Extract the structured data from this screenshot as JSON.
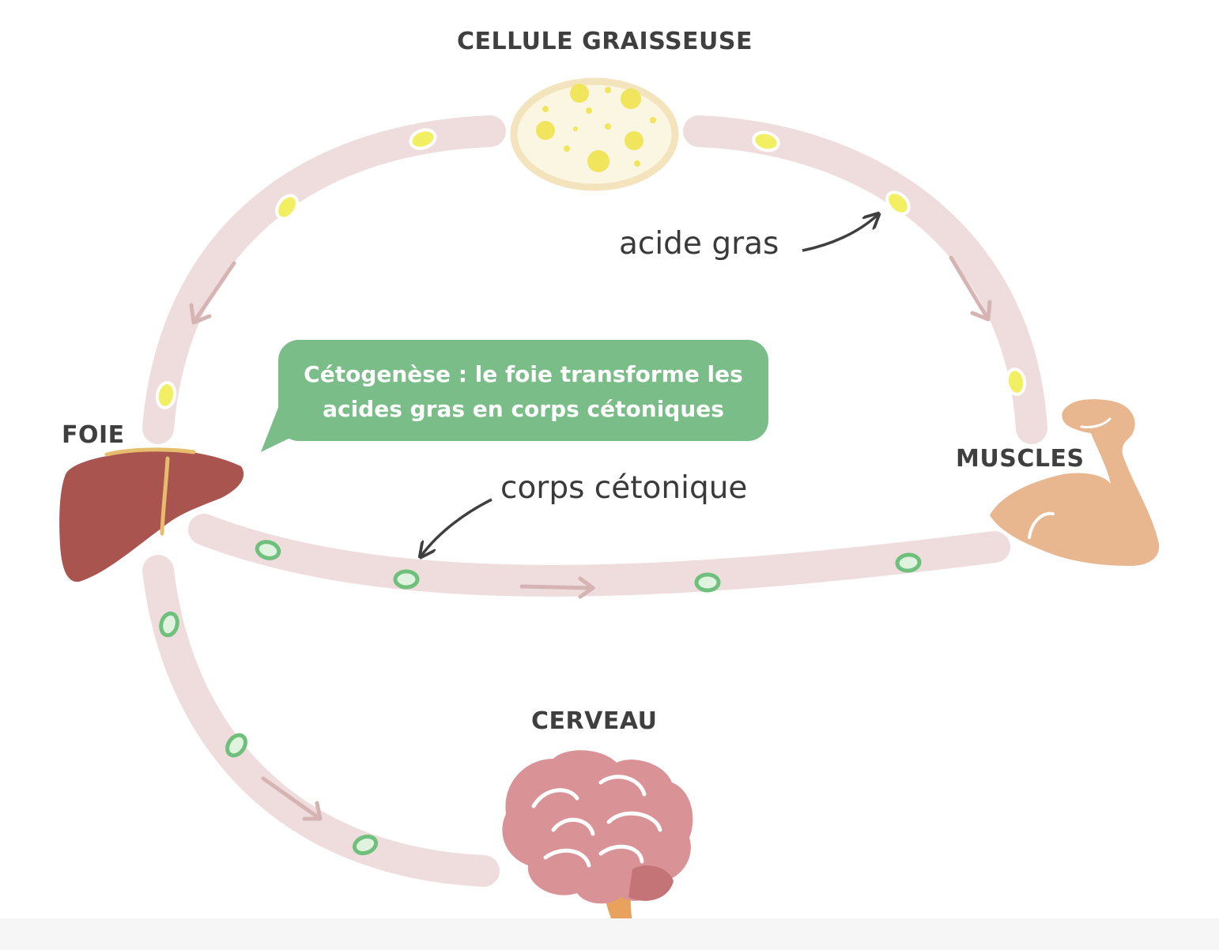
{
  "labels": {
    "fat_cell": "CELLULE GRAISSEUSE",
    "liver": "FOIE",
    "muscles": "MUSCLES",
    "brain": "CERVEAU"
  },
  "annotations": {
    "fatty_acid": "acide gras",
    "ketone_body": "corps cétonique"
  },
  "callout": {
    "line1": "Cétogenèse : le foie transforme les",
    "line2": "acides gras en corps cétoniques"
  },
  "colors": {
    "vessel": "#efdddd",
    "flow_arrow": "#d7b4b4",
    "fatty_acid_particle": "#f3ef62",
    "ketone_particle": "#dff3df",
    "ketone_outline": "#6fc07c",
    "callout": "#7bbd88",
    "liver": "#a9544f",
    "muscle": "#e8b78f",
    "brain": "#d99295",
    "fat_cell": "#fbf6e2"
  }
}
